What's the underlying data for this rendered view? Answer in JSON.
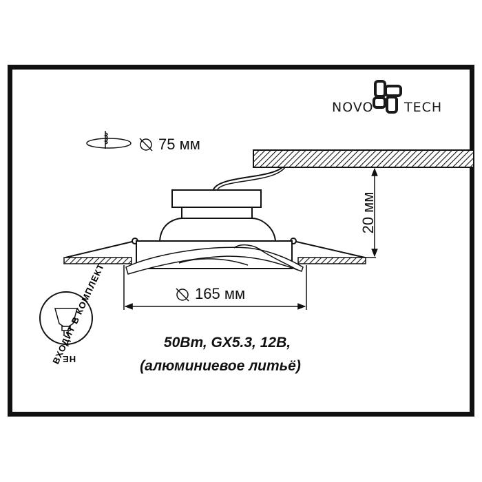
{
  "logo": {
    "left": "NOVO",
    "right": "TECH"
  },
  "cutout": {
    "label": "75 мм",
    "diameter_symbol": "⌀"
  },
  "dimensions": {
    "outer_diameter": "165 мм",
    "depth": "20 мм"
  },
  "specs": {
    "line1": "50Вт, GX5.3, 12В,",
    "line2": "(алюминиевое литьё)"
  },
  "lamp_badge": {
    "text": "НЕ ВХОДИТ В КОМПЛЕКТ",
    "arc_top": "ВХОДИТ В КОМПЛЕКТ",
    "arc_bottom": "НЕ"
  },
  "colors": {
    "stroke": "#111111",
    "background": "#ffffff"
  }
}
